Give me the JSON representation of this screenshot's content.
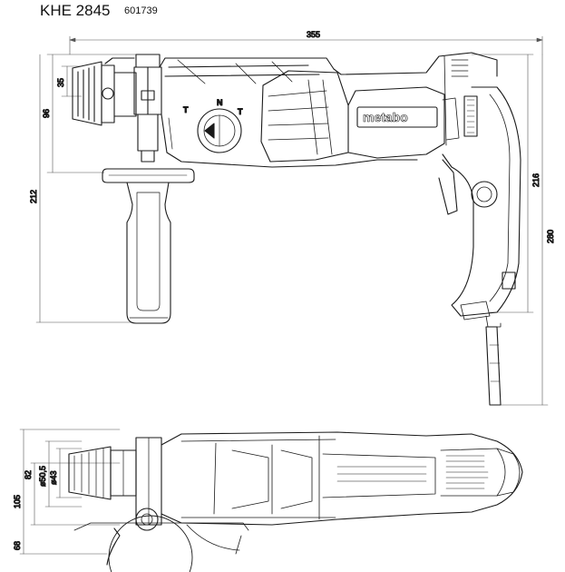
{
  "header": {
    "model": "KHE 2845",
    "code": "601739"
  },
  "dimensions": {
    "overall_length": "355",
    "chuck_offset": "35",
    "chuck_height": "96",
    "handle_height": "212",
    "body_height": "216",
    "total_height": "280",
    "collar_dia": "ø50,5",
    "chuck_dia": "ø43",
    "half_width_top": "82",
    "width": "105",
    "half_width_bottom": "68"
  },
  "brand": "metabo",
  "mode_selector": {
    "hammer": "T",
    "neutral": "N",
    "drill": "T"
  }
}
